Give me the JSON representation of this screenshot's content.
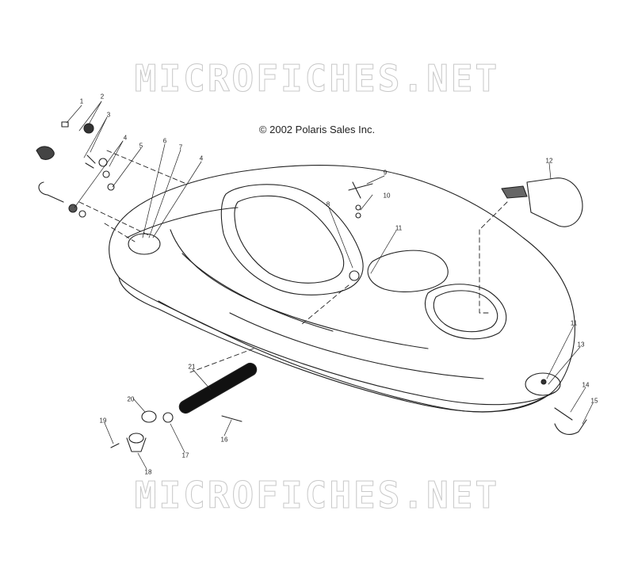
{
  "watermark_top": "MICROFICHES.NET",
  "watermark_bottom": "MICROFICHES.NET",
  "copyright": "© 2002 Polaris Sales Inc.",
  "callouts": [
    "1",
    "2",
    "3",
    "4",
    "5",
    "6",
    "7",
    "4",
    "8",
    "9",
    "10",
    "11",
    "12",
    "11",
    "13",
    "14",
    "15",
    "16",
    "17",
    "18",
    "19",
    "20",
    "21"
  ],
  "colors": {
    "line": "#222222",
    "watermark": "#c9c9c9",
    "background": "#ffffff"
  }
}
